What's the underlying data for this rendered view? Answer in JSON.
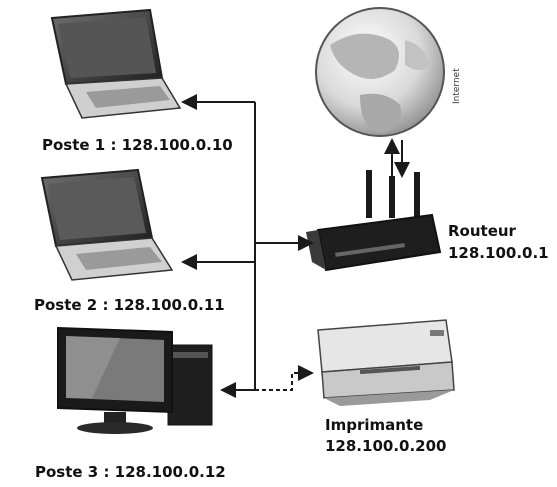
{
  "nodes": {
    "poste1": {
      "label": "Poste 1 : 128.100.0.10"
    },
    "poste2": {
      "label": "Poste 2 : 128.100.0.11"
    },
    "poste3": {
      "label": "Poste 3 : 128.100.0.12"
    },
    "routeur": {
      "name": "Routeur",
      "ip": "128.100.0.1"
    },
    "imprimante": {
      "name": "Imprimante",
      "ip": "128.100.0.200"
    },
    "internet": {
      "label": "Internet"
    }
  },
  "colors": {
    "line": "#1a1a1a",
    "device_dark": "#202020",
    "device_light": "#d8d8d8"
  }
}
